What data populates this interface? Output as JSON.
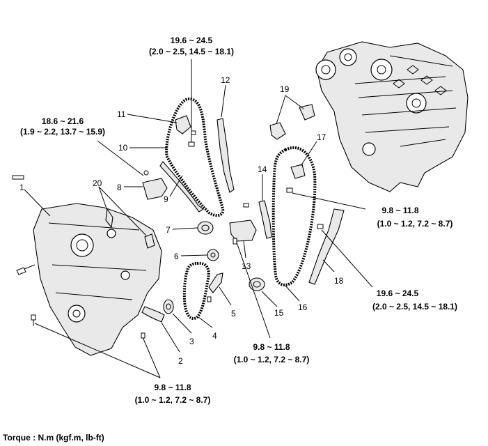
{
  "callouts": [
    {
      "n": "1"
    },
    {
      "n": "2"
    },
    {
      "n": "3"
    },
    {
      "n": "4"
    },
    {
      "n": "5"
    },
    {
      "n": "6"
    },
    {
      "n": "7"
    },
    {
      "n": "8"
    },
    {
      "n": "9"
    },
    {
      "n": "10"
    },
    {
      "n": "11"
    },
    {
      "n": "12"
    },
    {
      "n": "13"
    },
    {
      "n": "14"
    },
    {
      "n": "15"
    },
    {
      "n": "16"
    },
    {
      "n": "17"
    },
    {
      "n": "18"
    },
    {
      "n": "19"
    },
    {
      "n": "20"
    }
  ],
  "torques": [
    {
      "line1": "19.6 ~ 24.5",
      "line2": "(2.0 ~ 2.5, 14.5 ~ 18.1)"
    },
    {
      "line1": "18.6 ~ 21.6",
      "line2": "(1.9 ~ 2.2, 13.7 ~ 15.9)"
    },
    {
      "line1": "9.8 ~ 11.8",
      "line2": "(1.0 ~ 1.2, 7.2 ~ 8.7)"
    },
    {
      "line1": "19.6 ~ 24.5",
      "line2": "(2.0 ~ 2.5, 14.5 ~ 18.1)"
    },
    {
      "line1": "9.8 ~ 11.8",
      "line2": "(1.0 ~ 1.2, 7.2 ~ 8.7)"
    },
    {
      "line1": "9.8 ~ 11.8",
      "line2": "(1.0 ~ 1.2, 7.2 ~ 8.7)"
    }
  ],
  "footer": {
    "torque_unit": "Torque : N.m (kgf.m, lb-ft)"
  }
}
